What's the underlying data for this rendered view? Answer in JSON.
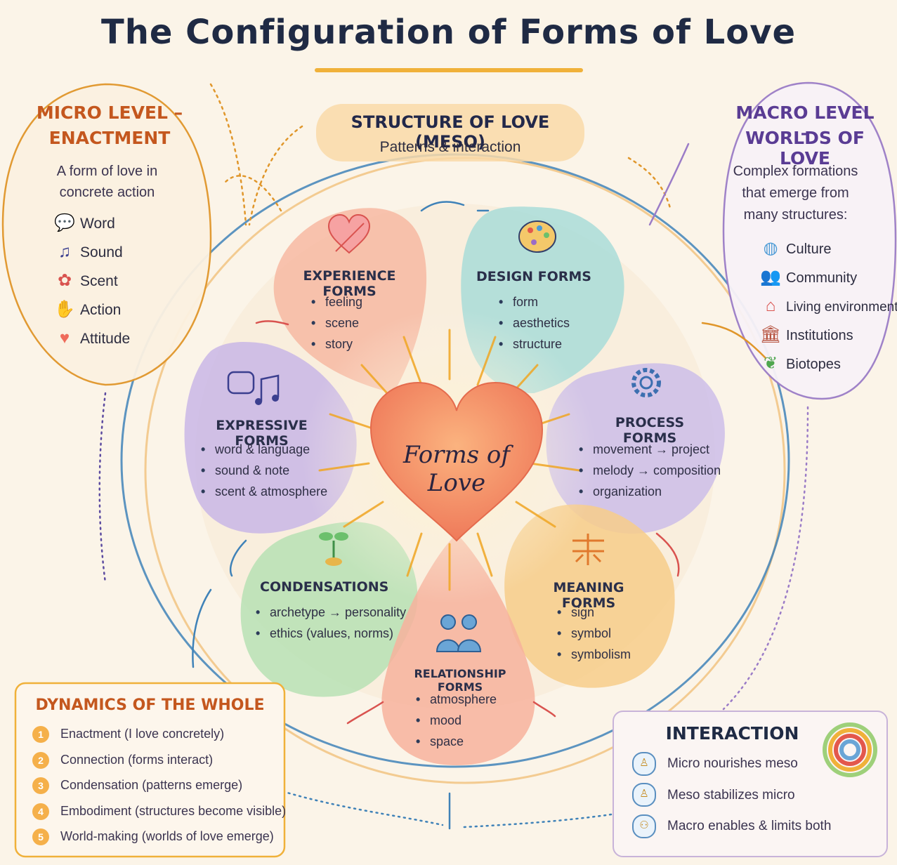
{
  "title": "The Configuration of Forms of Love",
  "colors": {
    "accent_gold": "#f0b13a",
    "micro_orange": "#e0962a",
    "macro_purple": "#9b7cc7",
    "circle_blue": "#3f82b8",
    "title_navy": "#1f2a44"
  },
  "meso": {
    "title": "STRUCTURE OF LOVE (MESO)",
    "subtitle": "Patterns & interaction"
  },
  "micro": {
    "title_line1": "MICRO LEVEL –",
    "title_line2": "ENACTMENT",
    "desc_line1": "A form of love in",
    "desc_line2": "concrete action",
    "items": [
      {
        "label": "Word",
        "icon": "speech-bubble-icon"
      },
      {
        "label": "Sound",
        "icon": "music-note-icon"
      },
      {
        "label": "Scent",
        "icon": "flower-icon"
      },
      {
        "label": "Action",
        "icon": "hand-icon"
      },
      {
        "label": "Attitude",
        "icon": "heart-icon"
      }
    ]
  },
  "macro": {
    "title_line1": "MACRO LEVEL –",
    "title_line2": "WORLDS OF LOVE",
    "desc_line1": "Complex formations",
    "desc_line2": "that emerge from",
    "desc_line3": "many structures:",
    "items": [
      {
        "label": "Culture",
        "icon": "globe-icon"
      },
      {
        "label": "Community",
        "icon": "people-icon"
      },
      {
        "label": "Living environment",
        "icon": "house-icon"
      },
      {
        "label": "Institutions",
        "icon": "building-icon"
      },
      {
        "label": "Biotopes",
        "icon": "leaf-icon"
      }
    ]
  },
  "center": {
    "label": "Forms of Love"
  },
  "petals": {
    "experience": {
      "title": "EXPERIENCE FORMS",
      "items": [
        "feeling",
        "scene",
        "story"
      ],
      "icon": "heart-arrow-icon"
    },
    "design": {
      "title": "DESIGN FORMS",
      "items": [
        "form",
        "aesthetics",
        "structure"
      ],
      "icon": "palette-icon"
    },
    "process": {
      "title": "PROCESS FORMS",
      "items": [
        "movement → project",
        "melody → composition",
        "organization"
      ],
      "icon": "gear-icon"
    },
    "meaning": {
      "title": "MEANING FORMS",
      "items": [
        "sign",
        "symbol",
        "symbolism"
      ],
      "icon": "symbol-glyph-icon"
    },
    "relationship": {
      "title": "RELATIONSHIP FORMS",
      "items": [
        "atmosphere",
        "mood",
        "space"
      ],
      "icon": "two-people-icon"
    },
    "condensations": {
      "title": "CONDENSATIONS",
      "items": [
        "archetype → personality",
        "ethics (values, norms)"
      ],
      "icon": "sprout-icon"
    },
    "expressive": {
      "title": "EXPRESSIVE FORMS",
      "items": [
        "word & language",
        "sound & note",
        "scent & atmosphere"
      ],
      "icon": "speech-music-icon"
    }
  },
  "dynamics": {
    "title": "DYNAMICS OF THE WHOLE",
    "items": [
      {
        "num": "1",
        "label": "Enactment (I love concretely)"
      },
      {
        "num": "2",
        "label": "Connection (forms interact)"
      },
      {
        "num": "3",
        "label": "Condensation (patterns emerge)"
      },
      {
        "num": "4",
        "label": "Embodiment (structures become visible)"
      },
      {
        "num": "5",
        "label": "World-making (worlds of love emerge)"
      }
    ]
  },
  "interaction": {
    "title": "INTERACTION",
    "items": [
      {
        "label": "Micro nourishes meso",
        "icon": "figure-icon"
      },
      {
        "label": "Meso stabilizes micro",
        "icon": "figure-icon"
      },
      {
        "label": "Macro enables & limits both",
        "icon": "group-icon"
      }
    ]
  }
}
